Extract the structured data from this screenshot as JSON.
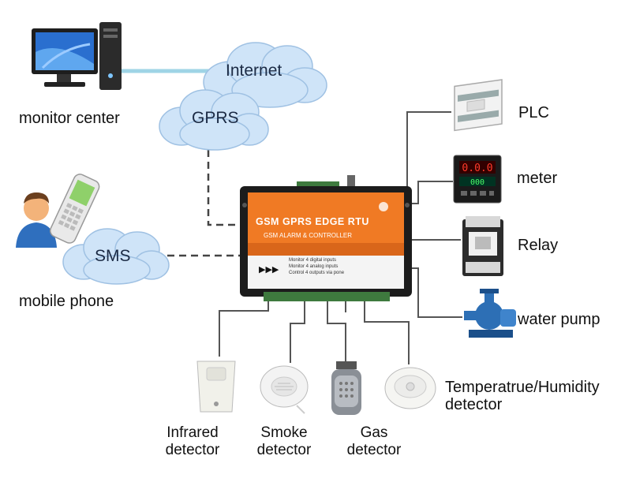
{
  "clouds": {
    "internet": "Internet",
    "gprs": "GPRS",
    "sms": "SMS"
  },
  "labels": {
    "monitor_center": "monitor center",
    "mobile_phone": "mobile phone",
    "plc": "PLC",
    "meter": "meter",
    "relay": "Relay",
    "water_pump": "water pump",
    "infrared": [
      "Infrared",
      "detector"
    ],
    "smoke": [
      "Smoke",
      "detector"
    ],
    "gas": [
      "Gas",
      "detector"
    ],
    "temp_humidity": [
      "Temperatrue/Humidity",
      "detector"
    ]
  },
  "rtu": {
    "title": "GSM GPRS EDGE RTU",
    "subtitle": "GSM ALARM & CONTROLLER",
    "features": [
      "Monitor 4 digital inputs",
      "Monitor 4 analog inputs",
      "Control 4 outputs via pone"
    ],
    "arrows": "▶▶▶"
  },
  "colors": {
    "cloud_fill": "#cfe4f8",
    "rtu_orange": "#f07a24",
    "rtu_body": "#1c1c1c",
    "wire": "#555555"
  }
}
